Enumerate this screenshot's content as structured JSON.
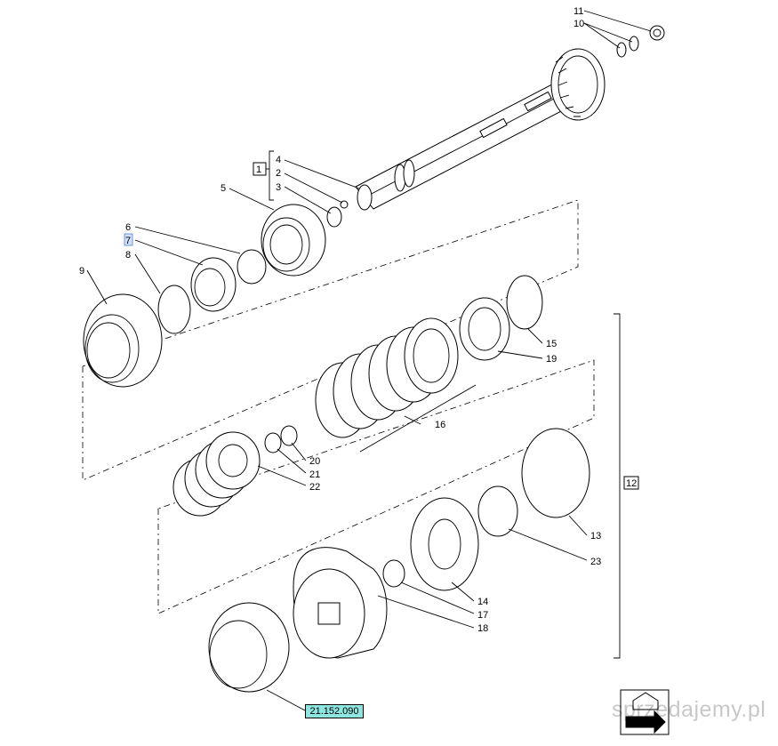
{
  "callouts": [
    "11",
    "10",
    "4",
    "2",
    "3",
    "1",
    "5",
    "6",
    "7",
    "8",
    "9",
    "15",
    "19",
    "16",
    "20",
    "21",
    "22",
    "12",
    "13",
    "23",
    "14",
    "17",
    "18"
  ],
  "reference_code": "21.152.090",
  "watermark": "sprzedajemy.pl"
}
